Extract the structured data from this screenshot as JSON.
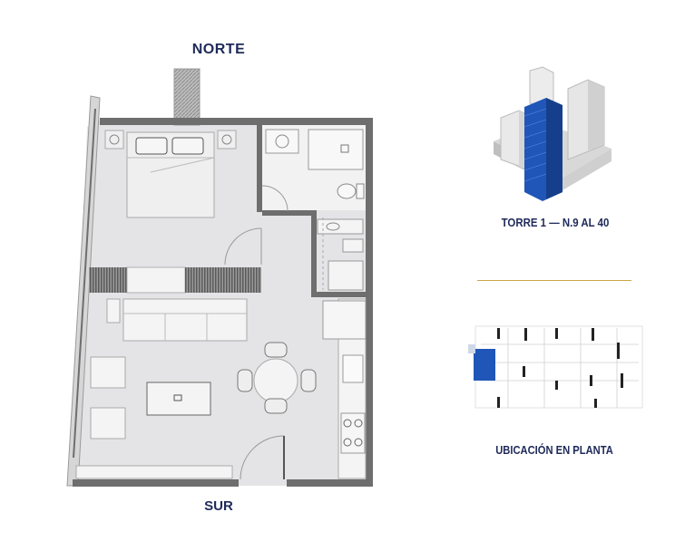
{
  "compass": {
    "north": "NORTE",
    "south": "SUR"
  },
  "tower": {
    "label": "TORRE 1 — N.9 AL 40"
  },
  "site_plan": {
    "label": "UBICACIÓN EN PLANTA"
  },
  "colors": {
    "title": "#1f2a5a",
    "wall": "#6e6e6e",
    "floor": "#e4e4e6",
    "highlight": "#1f56b8",
    "divider": "#c9a646"
  }
}
